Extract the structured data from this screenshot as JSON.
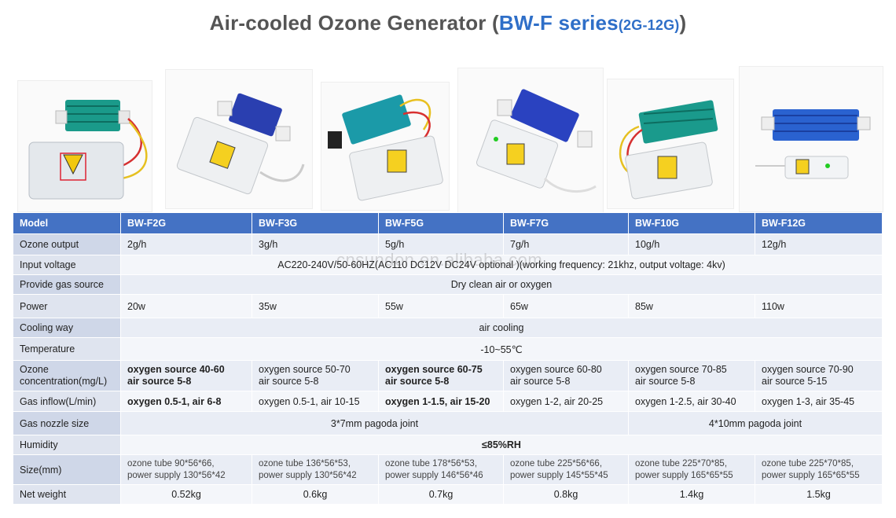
{
  "title": {
    "main": "Air-cooled Ozone Generator (",
    "series": "BW-F series",
    "range": "(2G-12G)",
    "close": ")"
  },
  "colors": {
    "header_bg": "#4472c4",
    "accent": "#2f6fc8"
  },
  "watermark": "cnsundon.en.alibaba.com",
  "headers": [
    "Model",
    "BW-F2G",
    "BW-F3G",
    "BW-F5G",
    "BW-F7G",
    "BW-F10G",
    "BW-F12G"
  ],
  "rows": {
    "ozone_output": {
      "label": "Ozone output",
      "values": [
        "2g/h",
        "3g/h",
        "5g/h",
        "7g/h",
        "10g/h",
        "12g/h"
      ]
    },
    "input_voltage": {
      "label": "Input voltage",
      "value": "AC220-240V/50-60HZ(AC110 DC12V DC24V optional )(working frequency: 21khz, output voltage: 4kv)"
    },
    "gas_source": {
      "label": "Provide gas source",
      "value": "Dry clean air or oxygen"
    },
    "power": {
      "label": "Power",
      "values": [
        "20w",
        "35w",
        "55w",
        "65w",
        "85w",
        "110w"
      ]
    },
    "cooling": {
      "label": "Cooling way",
      "value": "air cooling"
    },
    "temperature": {
      "label": "Temperature",
      "value": "-10~55℃"
    },
    "concentration": {
      "label_1": "Ozone",
      "label_2": "concentration(mg/L)",
      "line1": [
        "oxygen source 40-60",
        "oxygen source 50-70",
        "oxygen source 60-75",
        "oxygen source 60-80",
        "oxygen source 70-85",
        "oxygen source 70-90"
      ],
      "line2": [
        "air source 5-8",
        "air source 5-8",
        "air source 5-8",
        "air source 5-8",
        "air source 5-8",
        "air source 5-15"
      ]
    },
    "gas_inflow": {
      "label": "Gas inflow(L/min)",
      "values": [
        "oxygen 0.5-1, air 6-8",
        "oxygen 0.5-1, air 10-15",
        "oxygen 1-1.5, air 15-20",
        "oxygen 1-2,  air 20-25",
        "oxygen 1-2.5, air 30-40",
        "oxygen 1-3, air 35-45"
      ]
    },
    "nozzle": {
      "label": "Gas nozzle size",
      "value_a": "3*7mm pagoda joint",
      "value_b": "4*10mm pagoda joint"
    },
    "humidity": {
      "label": "Humidity",
      "value": "≤85%RH"
    },
    "size": {
      "label": "Size(mm)",
      "line1": [
        "ozone tube 90*56*66,",
        "ozone tube 136*56*53,",
        "ozone tube 178*56*53,",
        "ozone tube 225*56*66,",
        "ozone tube 225*70*85,",
        "ozone tube 225*70*85,"
      ],
      "line2": [
        "power supply 130*56*42",
        "power supply 130*56*42",
        "power supply 146*56*46",
        "power supply 145*55*45",
        "power supply 165*65*55",
        "power supply 165*65*55"
      ]
    },
    "weight": {
      "label": "Net weight",
      "values": [
        "0.52kg",
        "0.6kg",
        "0.7kg",
        "0.8kg",
        "1.4kg",
        "1.5kg"
      ]
    }
  }
}
